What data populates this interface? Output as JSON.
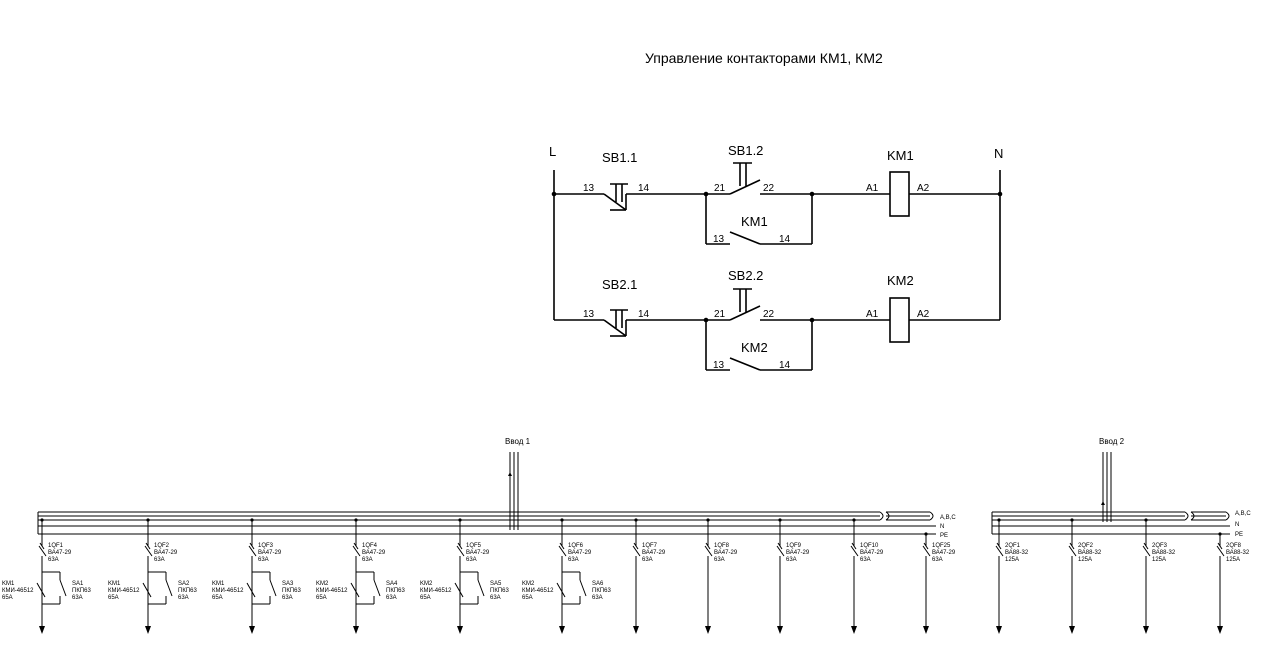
{
  "title": "Управление контакторами КМ1, КМ2",
  "control": {
    "L": "L",
    "N": "N",
    "rows": [
      {
        "sb1": "SB1.1",
        "sb2": "SB1.2",
        "km": "KM1",
        "km_contact": "KM1",
        "t13": "13",
        "t14": "14",
        "t21": "21",
        "t22": "22",
        "a1": "A1",
        "a2": "A2",
        "c13": "13",
        "c14": "14"
      },
      {
        "sb1": "SB2.1",
        "sb2": "SB2.2",
        "km": "KM2",
        "km_contact": "KM2",
        "t13": "13",
        "t14": "14",
        "t21": "21",
        "t22": "22",
        "a1": "A1",
        "a2": "A2",
        "c13": "13",
        "c14": "14"
      }
    ]
  },
  "bus1": {
    "input": "Ввод 1",
    "bus_labels": [
      "A,B,C",
      "N",
      "PE"
    ],
    "breakers": [
      {
        "id": "1QF1",
        "type": "ВА47-29",
        "rating": "63A"
      },
      {
        "id": "1QF2",
        "type": "ВА47-29",
        "rating": "63A"
      },
      {
        "id": "1QF3",
        "type": "ВА47-29",
        "rating": "63A"
      },
      {
        "id": "1QF4",
        "type": "ВА47-29",
        "rating": "63A"
      },
      {
        "id": "1QF5",
        "type": "ВА47-29",
        "rating": "63A"
      },
      {
        "id": "1QF6",
        "type": "ВА47-29",
        "rating": "63A"
      },
      {
        "id": "1QF7",
        "type": "ВА47-29",
        "rating": "63A"
      },
      {
        "id": "1QF8",
        "type": "ВА47-29",
        "rating": "63A"
      },
      {
        "id": "1QF9",
        "type": "ВА47-29",
        "rating": "63A"
      },
      {
        "id": "1QF10",
        "type": "ВА47-29",
        "rating": "63A"
      },
      {
        "id": "1QF25",
        "type": "ВА47-29",
        "rating": "63A"
      }
    ],
    "contactors": [
      {
        "id": "KM1",
        "type": "КМИ-46512",
        "rating": "65A"
      },
      {
        "id": "KM1",
        "type": "КМИ-46512",
        "rating": "65A"
      },
      {
        "id": "KM1",
        "type": "КМИ-46512",
        "rating": "65A"
      },
      {
        "id": "KM2",
        "type": "КМИ-46512",
        "rating": "65A"
      },
      {
        "id": "KM2",
        "type": "КМИ-46512",
        "rating": "65A"
      },
      {
        "id": "KM2",
        "type": "КМИ-46512",
        "rating": "65A"
      }
    ],
    "switches": [
      {
        "id": "SA1",
        "type": "ПКП63",
        "rating": "63A"
      },
      {
        "id": "SA2",
        "type": "ПКП63",
        "rating": "63A"
      },
      {
        "id": "SA3",
        "type": "ПКП63",
        "rating": "63A"
      },
      {
        "id": "SA4",
        "type": "ПКП63",
        "rating": "63A"
      },
      {
        "id": "SA5",
        "type": "ПКП63",
        "rating": "63A"
      },
      {
        "id": "SA6",
        "type": "ПКП63",
        "rating": "63A"
      }
    ]
  },
  "bus2": {
    "input": "Ввод 2",
    "bus_labels": [
      "A,B,C",
      "N",
      "PE"
    ],
    "breakers": [
      {
        "id": "2QF1",
        "type": "ВА88-32",
        "rating": "125A"
      },
      {
        "id": "2QF2",
        "type": "ВА88-32",
        "rating": "125A"
      },
      {
        "id": "2QF3",
        "type": "ВА88-32",
        "rating": "125A"
      },
      {
        "id": "2QF8",
        "type": "ВА88-32",
        "rating": "125A"
      }
    ]
  }
}
